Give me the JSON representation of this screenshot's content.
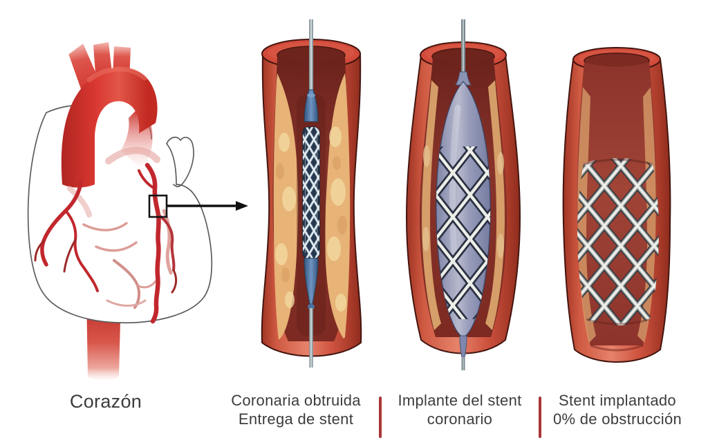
{
  "figure": {
    "type": "medical-diagram",
    "subject": "coronary stent implantation (angioplasty) stages"
  },
  "colors": {
    "divider": "#a93636",
    "text": "#3c3c3c",
    "background": "#ffffff",
    "artery_red": "#c1272d",
    "aorta_red": "#d2352f",
    "vessel_wall": "#cc5440",
    "plaque_yellow": "#e7b377",
    "lumen_dark_red": "#7c2a22",
    "balloon_blue": "#99a1c0",
    "catheter_blue": "#4a72a8",
    "stent_silver": "#ecede8",
    "wire_gray": "#8fa0a5"
  },
  "captions": {
    "heart": "Corazón",
    "panel1_line1": "Coronaria obtruida",
    "panel1_line2": "Entrega de stent",
    "panel2_line1": "Implante del stent",
    "panel2_line2": "coronario",
    "panel3_line1": "Stent implantado",
    "panel3_line2": "0% de obstrucción"
  }
}
